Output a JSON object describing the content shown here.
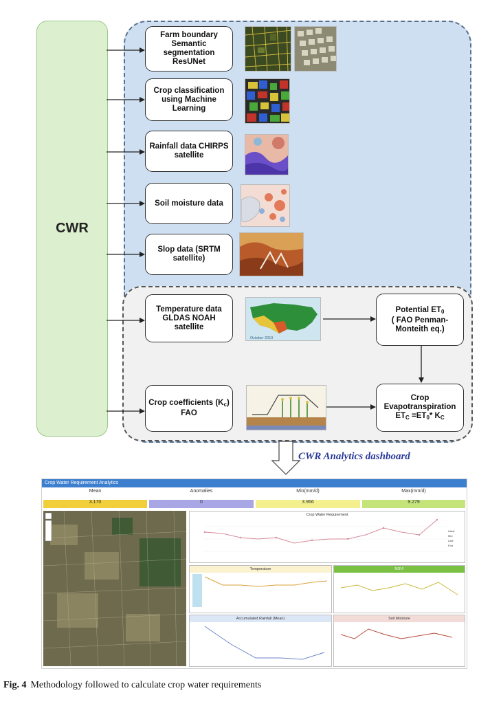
{
  "cwr_label": "CWR",
  "nodes": {
    "farm": "Farm boundary Semantic segmentation ResUNet",
    "crop_class": "Crop classification using Machine Learning",
    "rainfall": "Rainfall data CHIRPS satellite",
    "soil": "Soil moisture data",
    "slope": "Slop data (SRTM satellite)",
    "temperature": "Temperature data GLDAS NOAH satellite",
    "crop_coeff_prefix": "Crop coefficients (K",
    "crop_coeff_sub": "c",
    "crop_coeff_suffix": ") FAO",
    "pet_prefix": "Potential ET",
    "pet_sub": "0",
    "pet_suffix": "( FAO Penman-Monteith eq.)",
    "cet_line1": "Crop Evapotranspiration",
    "cet_eq": "ET",
    "cet_eq_sub1": "C",
    "cet_eq_mid": " =ET",
    "cet_eq_sub2": "0",
    "cet_eq_end": "* K",
    "cet_eq_sub3": "C"
  },
  "thumbnail_caption": "October 2019",
  "dashboard_title": "CWR Analytics dashboard",
  "dashboard": {
    "app_title": "Crop Water Requirement Analytics",
    "kpis": [
      {
        "label": "Mean",
        "value": "3.170",
        "color": "#f0cf3a"
      },
      {
        "label": "Anomalies",
        "value": "0",
        "color": "#a9a6e6"
      },
      {
        "label": "Min(mm/d)",
        "value": "3.966",
        "color": "#f3f08d"
      },
      {
        "label": "Max(mm/d)",
        "value": "9.279",
        "color": "#c4e47a"
      }
    ],
    "panels": {
      "main": "Crop Water Requirement",
      "temp": "Temperature",
      "ndvi": "NDVI",
      "rain": "Accumulated Rainfall (Mean)",
      "soil": "Soil Moisture"
    },
    "legend": [
      "Initial",
      "Mid",
      "Late",
      "End"
    ]
  },
  "caption": {
    "label": "Fig. 4",
    "text": "Methodology followed to calculate crop water requirements"
  },
  "colors": {
    "blue_region": "#cfdff2",
    "cwr_box": "#dcf0cf",
    "dashboard_header": "#3d7fcf",
    "dashboard_title": "#2a3a9a"
  }
}
